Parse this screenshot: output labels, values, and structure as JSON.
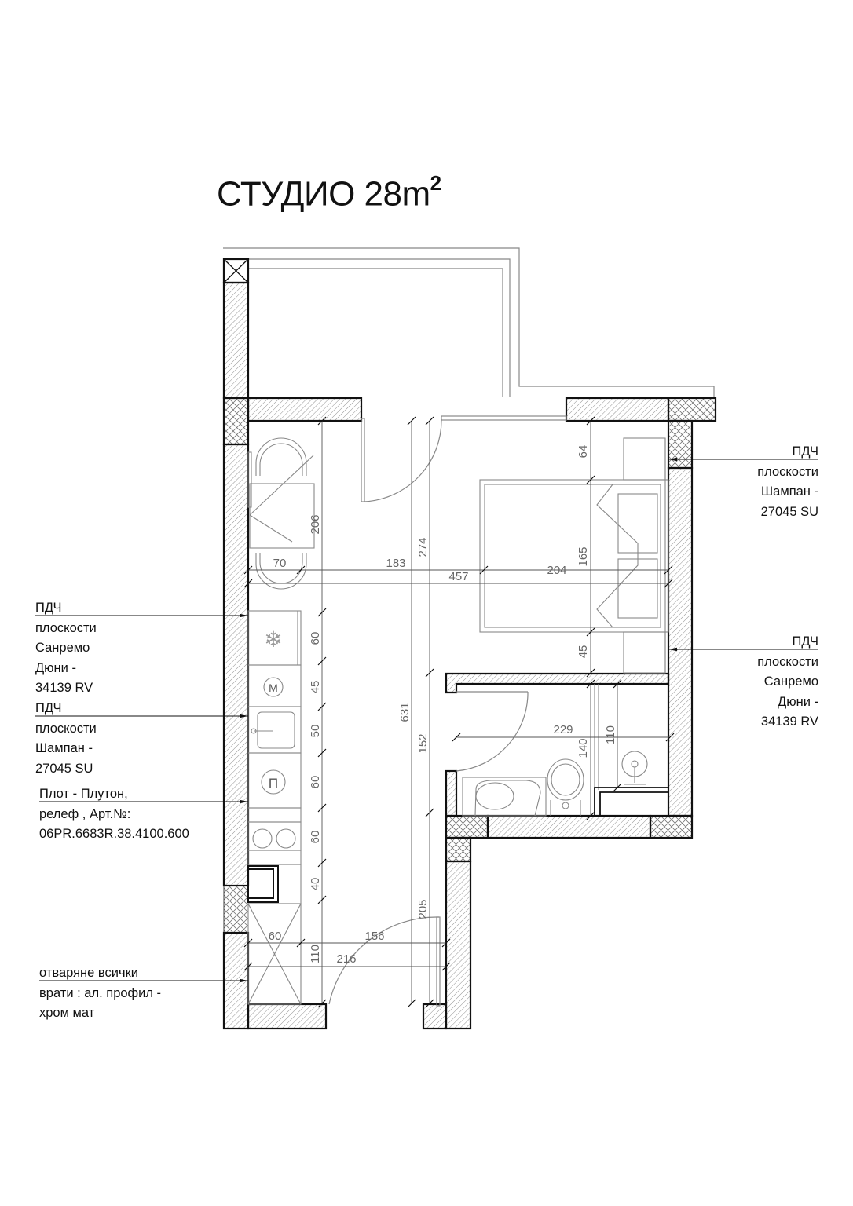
{
  "title": {
    "text": "СТУДИО 28m",
    "superscript": "2"
  },
  "notes": {
    "right_top": {
      "header": "ПДЧ",
      "lines": [
        "плоскости",
        "Шампан -",
        "27045 SU"
      ]
    },
    "right_bottom": {
      "header": "ПДЧ",
      "lines": [
        "плоскости",
        "Санремо",
        "Дюни -",
        "34139 RV"
      ]
    },
    "left_1": {
      "header": "ПДЧ",
      "lines": [
        "плоскости",
        "Санремо",
        "Дюни -",
        "34139 RV"
      ]
    },
    "left_2": {
      "header": "ПДЧ",
      "lines": [
        "плоскости",
        "Шампан -",
        "27045 SU"
      ]
    },
    "left_3": {
      "header": "Плот - Плутон,",
      "lines": [
        "релеф , Арт.№:",
        "06PR.6683R.38.4100.600"
      ]
    },
    "left_4": {
      "header": "отваряне всички",
      "lines": [
        "врати : ал. профил -",
        "хром мат"
      ]
    }
  },
  "appliance_symbols": {
    "microwave": "M",
    "dishwasher": "П",
    "freezer": "❄"
  },
  "dimensions": {
    "dining_length": "206",
    "dining_width": "70",
    "room_width_upper": "183",
    "room_width_total": "457",
    "bed_length": "204",
    "bed_width": "165",
    "wardrobe_top": "64",
    "wardrobe_bottom": "45",
    "hall_height": "274",
    "total_height": "631",
    "bath_door": "152",
    "bath_width": "229",
    "bath_depth_toilet": "140",
    "shower_depth": "110",
    "k_fridge": "60",
    "k_micro": "45",
    "k_sink": "50",
    "k_dish": "60",
    "k_hob": "60",
    "k_oven": "40",
    "k_entry": "110",
    "entry_wardrobe": "60",
    "entry_width_1": "156",
    "entry_width_2": "216",
    "entry_door_height": "205"
  },
  "colors": {
    "wall_line": "#111111",
    "hatch": "#777777",
    "dim_line": "#555555",
    "dim_text": "#666666"
  }
}
